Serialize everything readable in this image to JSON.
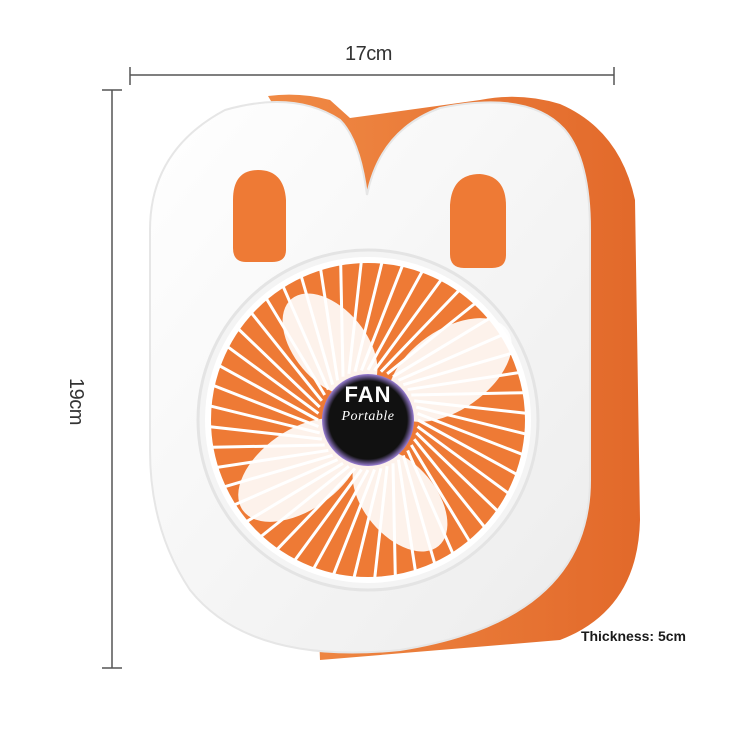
{
  "dimensions": {
    "width_label": "17cm",
    "height_label": "19cm",
    "thickness_label": "Thickness: 5cm"
  },
  "product": {
    "brand_title": "FAN",
    "brand_subtitle": "Portable",
    "colors": {
      "body": "#f7f7f7",
      "back_shell": "#ee7a35",
      "back_shell_dark": "#d9621f",
      "grille": "#ffffff",
      "hub": "#111111"
    }
  },
  "icons": {
    "width_measure": "dimension-line-horizontal",
    "height_measure": "dimension-line-vertical"
  }
}
